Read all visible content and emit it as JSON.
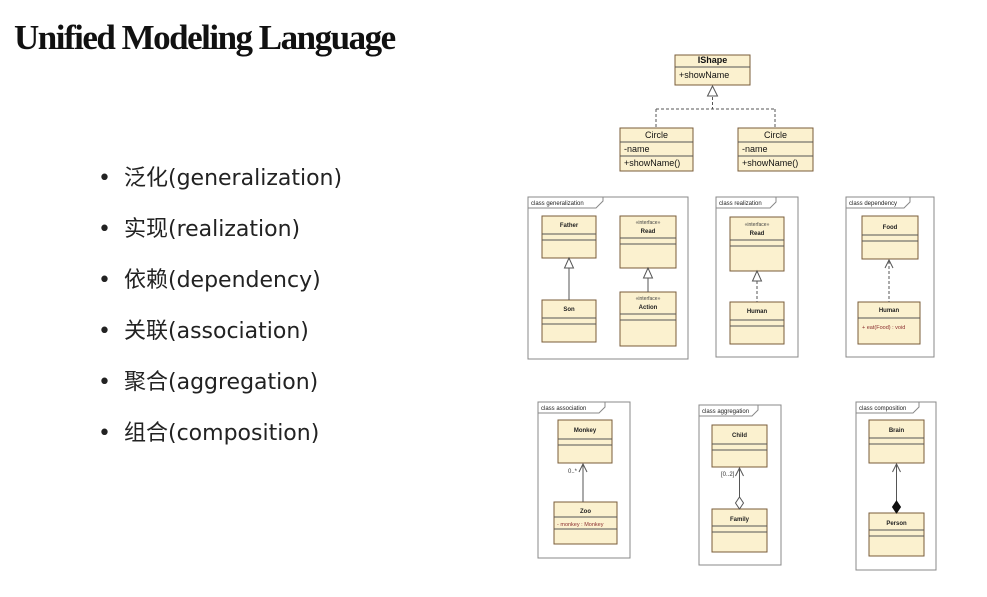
{
  "title": "Unified Modeling Language",
  "bullets": [
    "泛化(generalization)",
    "实现(realization)",
    "依赖(dependency)",
    "关联(association)",
    "聚合(aggregation)",
    "组合(composition)"
  ],
  "top_diagram": {
    "interface": {
      "name": "IShape",
      "method": "+showName"
    },
    "left_class": {
      "name": "Circle",
      "field": "-name",
      "method": "+showName()"
    },
    "right_class": {
      "name": "Circle",
      "field": "-name",
      "method": "+showName()"
    }
  },
  "panels": {
    "generalization": {
      "title": "class generalization",
      "father": "Father",
      "son": "Son",
      "stereotype": "«interface»",
      "read": "Read",
      "action": "Action"
    },
    "realization": {
      "title": "class realization",
      "stereotype": "«interface»",
      "read": "Read",
      "human": "Human"
    },
    "dependency": {
      "title": "class dependency",
      "food": "Food",
      "human": "Human",
      "human_op": "+  eat(Food) : void"
    },
    "association": {
      "title": "class association",
      "monkey": "Monkey",
      "multiplicity": "0..*",
      "zoo": "Zoo",
      "zoo_attr": "-  monkey : Monkey"
    },
    "aggregation": {
      "title": "class aggregation",
      "child": "Child",
      "multiplicity": "[0..2]",
      "family": "Family"
    },
    "composition": {
      "title": "class composition",
      "brain": "Brain",
      "person": "Person"
    }
  }
}
